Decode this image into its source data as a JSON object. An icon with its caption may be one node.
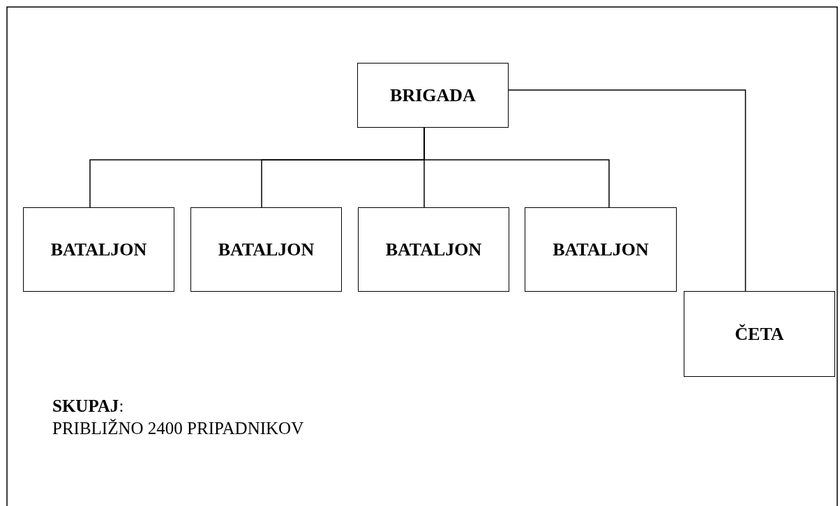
{
  "diagram": {
    "nodes": [
      {
        "text": [
          "BRIGADA"
        ]
      },
      {
        "text": [
          "BATALJON"
        ]
      },
      {
        "text": [
          "BATALJON"
        ]
      },
      {
        "text": [
          "BATALJON"
        ]
      },
      {
        "text": [
          "BATALJON"
        ]
      },
      {
        "text": [
          "ČETA"
        ]
      }
    ],
    "edges": [
      {
        "from": 0,
        "to": 1,
        "arrow": "none"
      },
      {
        "from": 0,
        "to": 2,
        "arrow": "none"
      },
      {
        "from": 0,
        "to": 3,
        "arrow": "none"
      },
      {
        "from": 0,
        "to": 4,
        "arrow": "none"
      },
      {
        "from": 0,
        "to": 5,
        "arrow": "none"
      }
    ],
    "labels": [
      "**SKUPAJ**:",
      "PRIBLIŽNO 2400 PRIPADNIKOV"
    ]
  }
}
